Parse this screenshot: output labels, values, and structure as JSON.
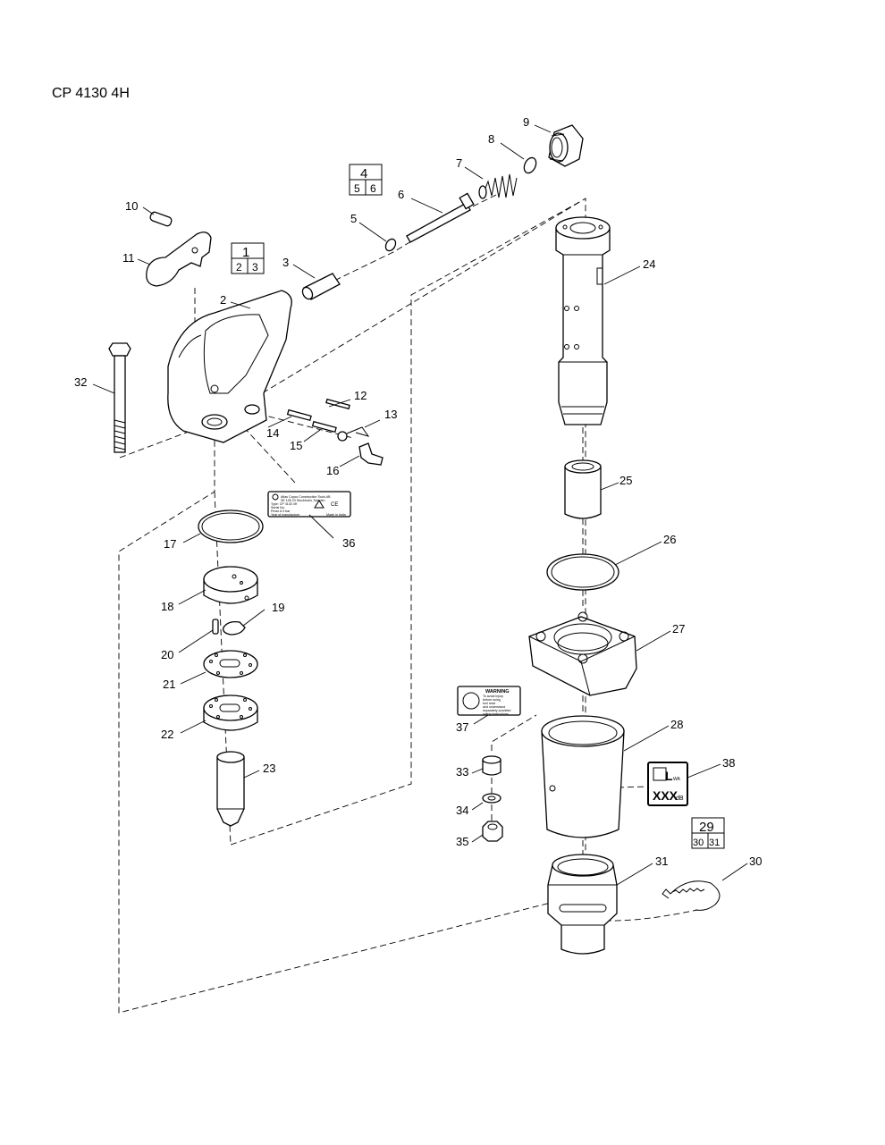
{
  "title": "CP 4130 4H",
  "callouts": [
    {
      "n": "2"
    },
    {
      "n": "3"
    },
    {
      "n": "5"
    },
    {
      "n": "6"
    },
    {
      "n": "7"
    },
    {
      "n": "8"
    },
    {
      "n": "9"
    },
    {
      "n": "10"
    },
    {
      "n": "11"
    },
    {
      "n": "12"
    },
    {
      "n": "13"
    },
    {
      "n": "14"
    },
    {
      "n": "15"
    },
    {
      "n": "16"
    },
    {
      "n": "17"
    },
    {
      "n": "18"
    },
    {
      "n": "19"
    },
    {
      "n": "20"
    },
    {
      "n": "21"
    },
    {
      "n": "22"
    },
    {
      "n": "23"
    },
    {
      "n": "24"
    },
    {
      "n": "25"
    },
    {
      "n": "26"
    },
    {
      "n": "27"
    },
    {
      "n": "28"
    },
    {
      "n": "30"
    },
    {
      "n": "31"
    },
    {
      "n": "32"
    },
    {
      "n": "33"
    },
    {
      "n": "34"
    },
    {
      "n": "35"
    },
    {
      "n": "36"
    },
    {
      "n": "37"
    },
    {
      "n": "38"
    }
  ],
  "kits": [
    {
      "main": "1",
      "sub_a": "2",
      "sub_b": "3"
    },
    {
      "main": "4",
      "sub_a": "5",
      "sub_b": "6"
    },
    {
      "main": "29",
      "sub_a": "30",
      "sub_b": "31"
    }
  ],
  "noise_label": {
    "brand": "L",
    "sub": "WA",
    "value": "XXX",
    "unit": "dB"
  },
  "warning_label": {
    "heading": "WARNING",
    "lines": [
      "To avoid injury",
      "before using",
      "tool read",
      "and understand",
      "separately provided",
      "safety instructions."
    ]
  },
  "type_plate": {
    "lines": [
      "Atlas Copco Construction Tools AB",
      "SE 105 23 Stockholm, Sweden",
      "Type: CP 4130 4H",
      "Serial No.",
      "Pmax 6.3 bar",
      "Year of manufacture",
      "Made in India"
    ],
    "marks": [
      "CE"
    ]
  }
}
